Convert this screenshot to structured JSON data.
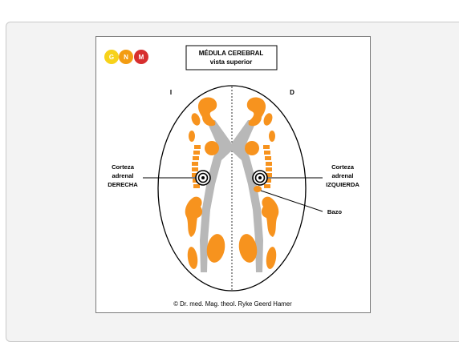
{
  "logo": {
    "letters": [
      "G",
      "N",
      "M"
    ],
    "colors": [
      "#f7d21a",
      "#f39c12",
      "#d72e2e"
    ]
  },
  "title": {
    "line1": "MÉDULA CEREBRAL",
    "line2": "vista superior"
  },
  "sides": {
    "left": "I",
    "right": "D"
  },
  "labels": {
    "left_line1": "Corteza",
    "left_line2": "adrenal",
    "left_line3": "DERECHA",
    "right_line1": "Corteza",
    "right_line2": "adrenal",
    "right_line3": "IZQUIERDA",
    "spleen": "Bazo"
  },
  "copyright": "© Dr. med. Mag. theol. Ryke Geerd Hamer",
  "colors": {
    "organ": "#f7931e",
    "ventricle": "#b8b8b8",
    "outline": "#000000"
  }
}
